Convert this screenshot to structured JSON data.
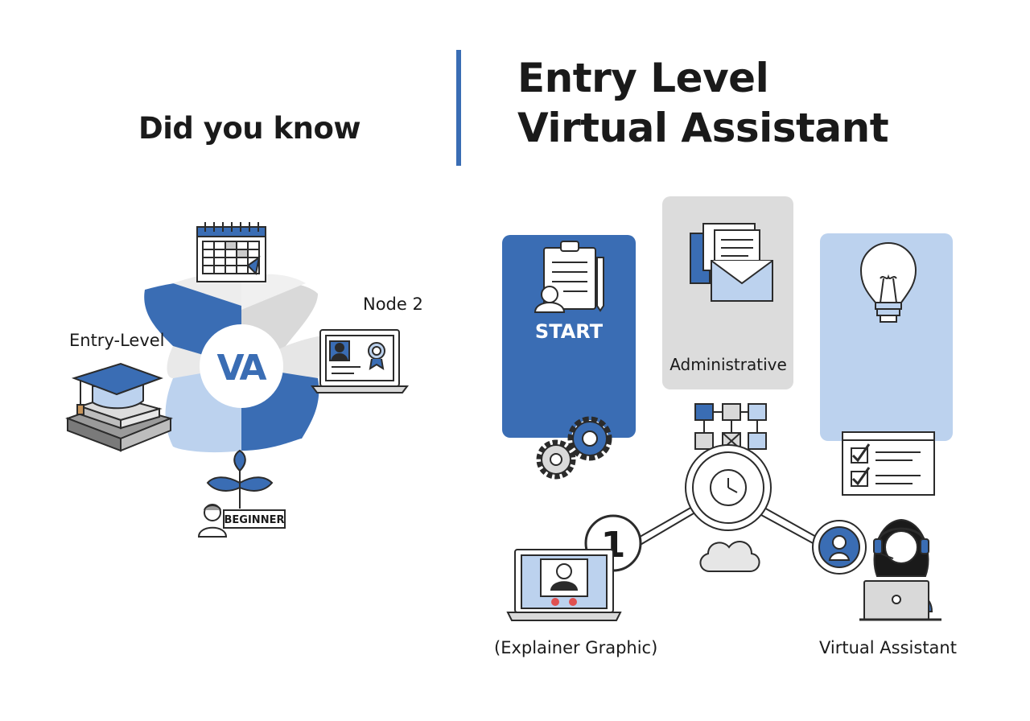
{
  "left_panel": {
    "title": "Did you know",
    "hub_text": "VA",
    "node_entry_label": "Entry-Level",
    "node_2_label": "Node 2",
    "beginner_badge": "BEGINNER"
  },
  "right_panel": {
    "title_line1": "Entry Level",
    "title_line2": "Virtual Assistant",
    "card_start_label": "START",
    "card_admin_label": "Administrative",
    "step_number": "1",
    "caption_left": "(Explainer Graphic)",
    "caption_right": "Virtual Assistant"
  },
  "colors": {
    "primary_blue": "#3a6db4",
    "light_blue": "#bcd2ee",
    "light_gray": "#dcdcdc",
    "dark_line": "#2b2b2b"
  },
  "icons": [
    "calendar-icon",
    "graduation-cap-icon",
    "laptop-certificate-icon",
    "plant-beginner-icon",
    "clipboard-user-icon",
    "gears-icon",
    "documents-envelope-icon",
    "lightbulb-icon",
    "checklist-window-icon",
    "grid-nodes-icon",
    "clock-icon",
    "cloud-icon",
    "video-call-laptop-icon",
    "assistant-avatar-icon",
    "headset-assistant-icon"
  ]
}
